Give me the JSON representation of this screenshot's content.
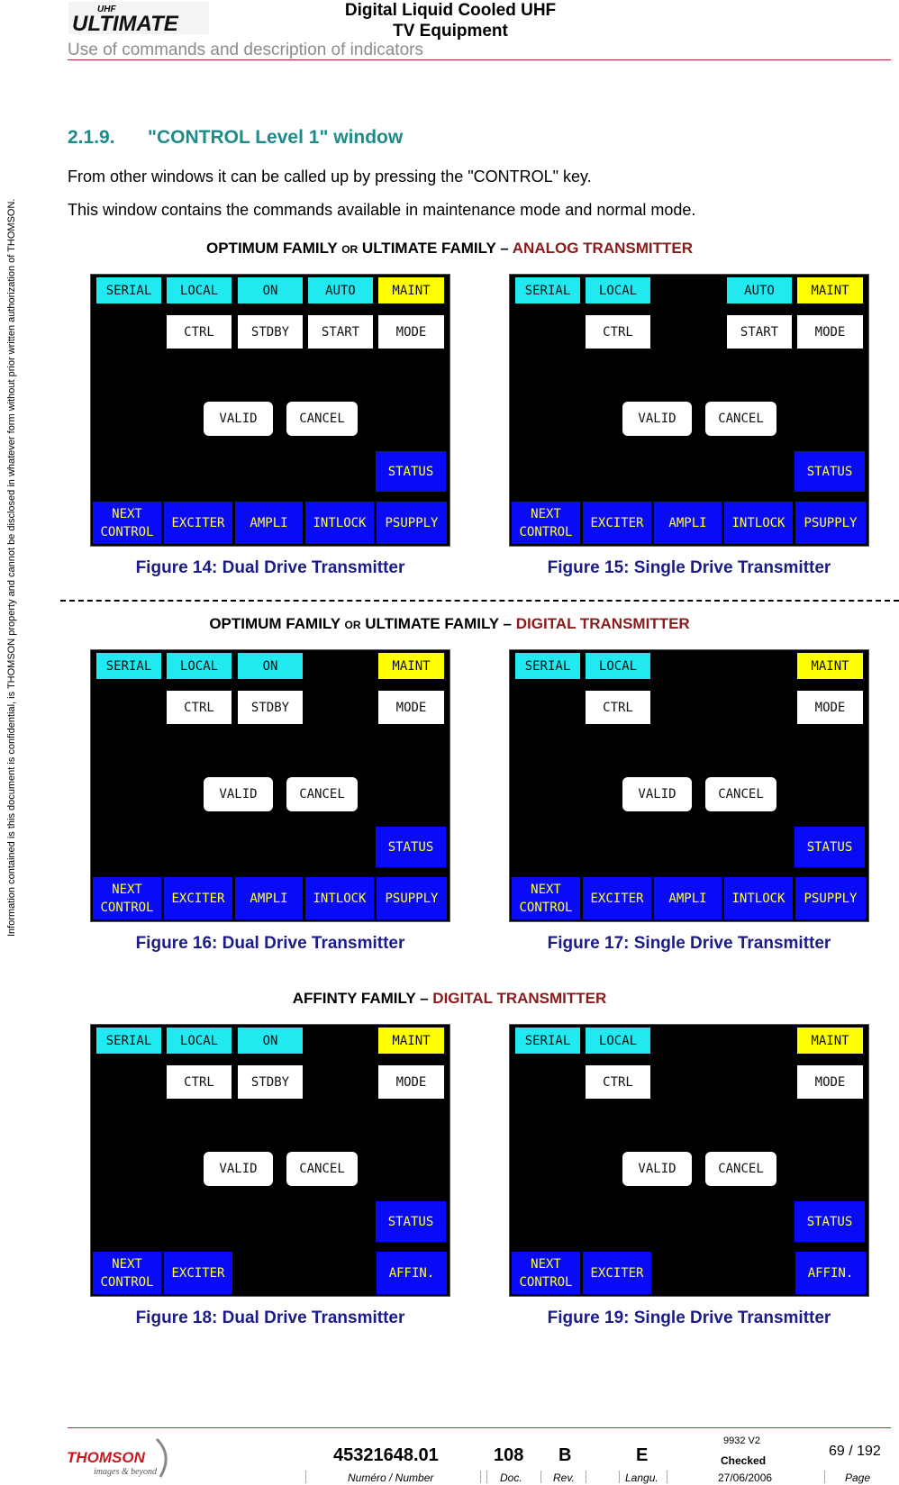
{
  "header": {
    "logo_text_top": "UHF",
    "logo_text_main": "ULTIMATE",
    "title_line1": "Digital Liquid Cooled UHF",
    "title_line2": "TV Equipment",
    "subtitle": "Use of commands and description of indicators"
  },
  "side_note": "Information contained is this document is confidential, is THOMSON property and cannot be disclosed in whatever form without prior written authorization of THOMSON.",
  "section": {
    "number": "2.1.9.",
    "title": "\"CONTROL Level 1\" window",
    "para1": "From other windows it can be called up by pressing the \"CONTROL\" key.",
    "para2": "This window contains the commands available in maintenance mode and normal mode."
  },
  "families": [
    {
      "prefix": "OPTIMUM FAMILY ",
      "or": "OR",
      "middle": " ULTIMATE FAMILY – ",
      "red": "ANALOG TRANSMITTER"
    },
    {
      "prefix": "OPTIMUM FAMILY ",
      "or": "OR",
      "middle": " ULTIMATE FAMILY – ",
      "red": "DIGITAL TRANSMITTER"
    },
    {
      "prefix": "AFFINTY FAMILY – ",
      "or": "",
      "middle": "",
      "red": "DIGITAL TRANSMITTER"
    }
  ],
  "buttons": {
    "serial": "SERIAL",
    "local": "LOCAL",
    "on": "ON",
    "auto": "AUTO",
    "maint": "MAINT",
    "ctrl": "CTRL",
    "stdby": "STDBY",
    "start": "START",
    "mode": "MODE",
    "valid": "VALID",
    "cancel": "CANCEL",
    "status": "STATUS",
    "next1": "NEXT",
    "next2": "CONTROL",
    "exciter": "EXCITER",
    "ampli": "AMPLI",
    "intlock": "INTLOCK",
    "psupply": "PSUPPLY",
    "affin": "AFFIN."
  },
  "captions": [
    "Figure 14: Dual Drive Transmitter",
    "Figure 15: Single Drive Transmitter",
    "Figure 16: Dual Drive Transmitter",
    "Figure 17: Single Drive Transmitter",
    "Figure 18: Dual Drive Transmitter",
    "Figure 19: Single Drive Transmitter"
  ],
  "footer": {
    "brand": "THOMSON",
    "tagline": "images & beyond",
    "doc_number": "45321648.01",
    "doc": "108",
    "rev": "B",
    "lang": "E",
    "version": "9932 V2",
    "checked": "Checked",
    "date": "27/06/2006",
    "page": "69 / 192",
    "lbl_number": "Numéro / Number",
    "lbl_doc": "Doc.",
    "lbl_rev": "Rev.",
    "lbl_lang": "Langu.",
    "lbl_page": "Page"
  },
  "colors": {
    "button_cyan": "#22e9f0",
    "button_yellow": "#ffff00",
    "button_blue": "#0a0bf6",
    "caption_blue": "#1b1b8a",
    "heading_teal": "#1f8a8a",
    "accent_red": "#8b1a1a"
  }
}
